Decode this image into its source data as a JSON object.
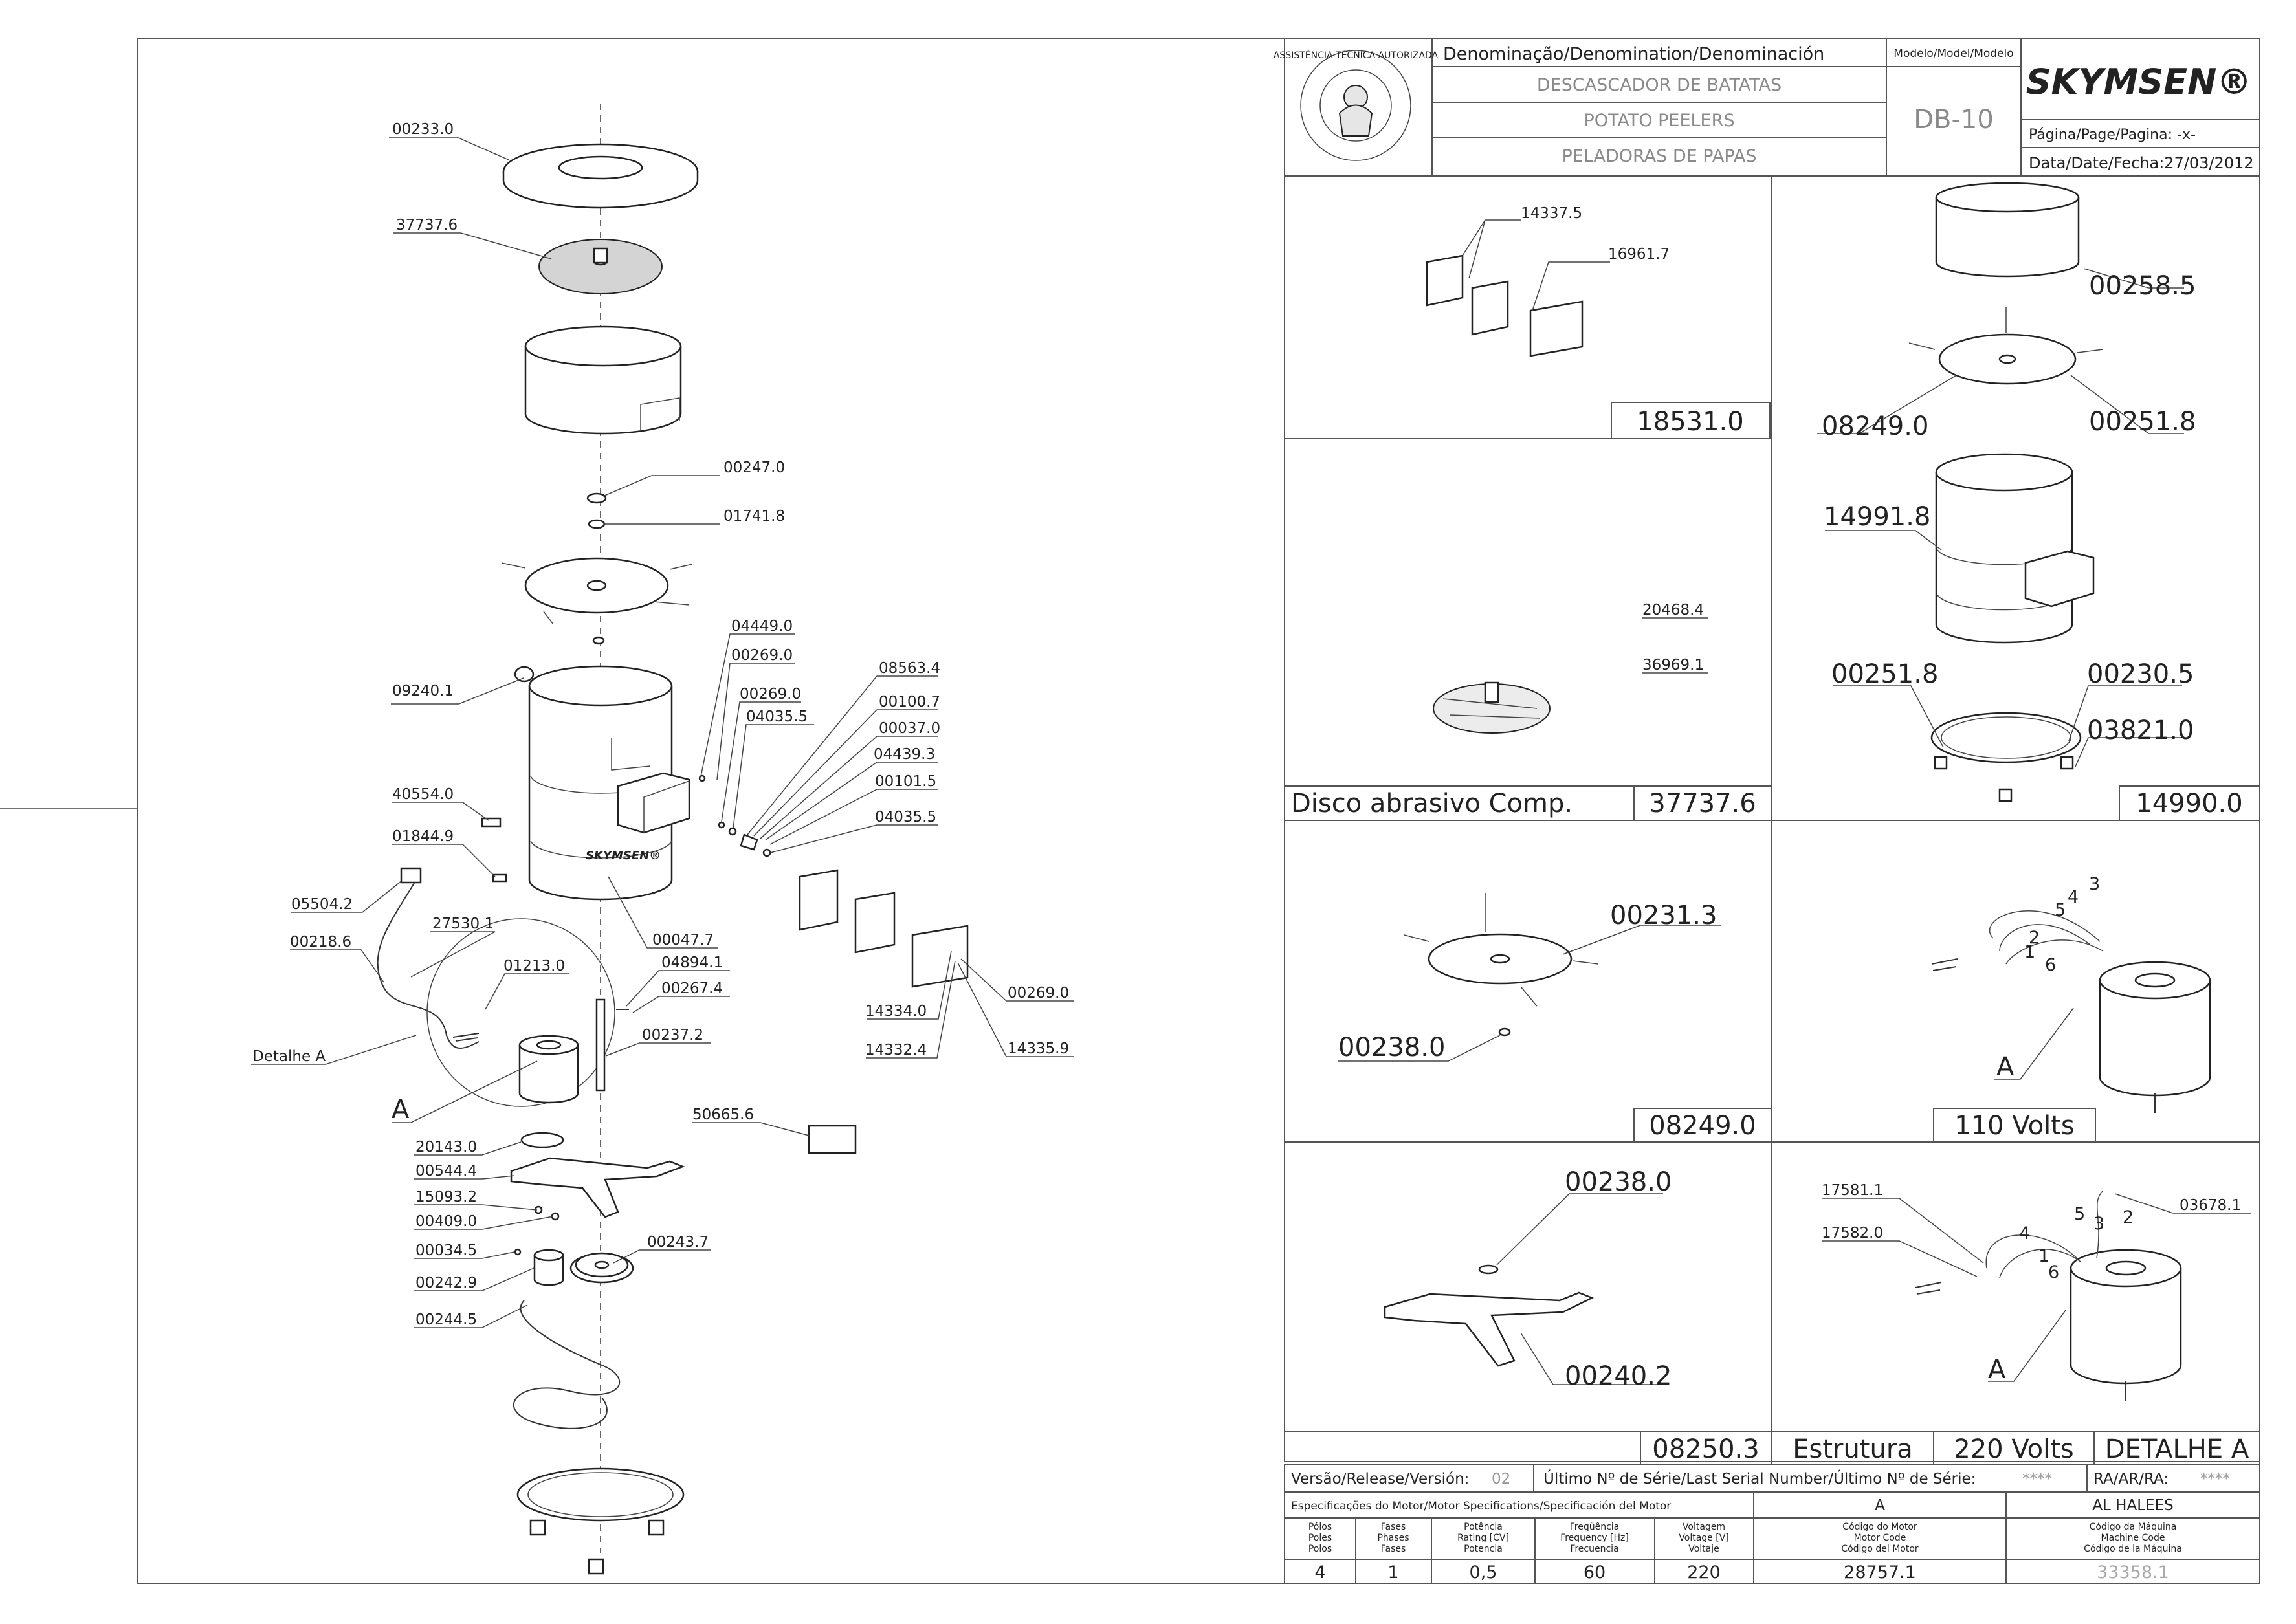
{
  "header": {
    "denomination_label": "Denominação/Denomination/Denominación",
    "product_names": [
      "DESCASCADOR DE BATATAS",
      "POTATO PEELERS",
      "PELADORAS DE PAPAS"
    ],
    "model_label": "Modelo/Model/Modelo",
    "model_value": "DB-10",
    "brand": "SKYMSEN®",
    "page_label": "Página/Page/Pagina: -x-",
    "date_label": "Data/Date/Fecha:27/03/2012",
    "seal_text": "ASSISTÊNCIA TÉCNICA AUTORIZADA"
  },
  "main_labels": {
    "cover": "00233.0",
    "abrasive_disc": "37737.6",
    "nut_top": "00247.0",
    "washer_top": "01741.8",
    "knob": "09240.1",
    "screw_a": "04449.0",
    "bolt_a": "00269.0",
    "bolt_b": "00269.0",
    "washer_b": "04035.5",
    "latch": "08563.4",
    "part_100": "00100.7",
    "part_037": "00037.0",
    "part_439": "04439.3",
    "part_101": "00101.5",
    "washer_c": "04035.5",
    "label_plate": "40554.0",
    "rivet": "01844.9",
    "switch": "05504.2",
    "cable": "27530.1",
    "cord": "00218.6",
    "motor_bracket": "01213.0",
    "bottom_nut": "00047.7",
    "pin": "04894.1",
    "pin_b": "00267.4",
    "shaft": "00237.2",
    "detail": "Detalhe A",
    "detail_letter": "A",
    "sticker": "50665.6",
    "ring": "20143.0",
    "plate": "00544.4",
    "bolt_c": "15093.2",
    "nut_c": "00409.0",
    "screw_d": "00034.5",
    "motor_pulley": "00242.9",
    "belt_pulley": "00243.7",
    "belt": "00244.5",
    "liner_a": "14334.0",
    "liner_b": "14332.4",
    "liner_c": "14335.9",
    "bolt_d": "00269.0"
  },
  "panels": {
    "p1": {
      "labels": [
        "14337.5",
        "16961.7"
      ],
      "code": "18531.0"
    },
    "p2": {
      "labels": [
        "00258.5",
        "08249.0",
        "00251.8"
      ]
    },
    "p3": {
      "labels": [
        "20468.4",
        "36969.1"
      ],
      "title": "Disco abrasivo Comp.",
      "code": "37737.6"
    },
    "p4": {
      "labels": [
        "14991.8",
        "00251.8",
        "00230.5",
        "03821.0"
      ],
      "code": "14990.0"
    },
    "p5": {
      "labels": [
        "00231.3",
        "00238.0"
      ],
      "code": "08249.0"
    },
    "p6": {
      "wires": [
        "3",
        "4",
        "5",
        "2",
        "1",
        "6"
      ],
      "letter": "A",
      "voltage": "110 Volts"
    },
    "p7": {
      "labels": [
        "00238.0",
        "00240.2"
      ]
    },
    "p8": {
      "labels": [
        "17581.1",
        "17582.0",
        "03678.1"
      ],
      "wires": [
        "4",
        "5",
        "3",
        "2",
        "1",
        "6"
      ],
      "letter": "A"
    }
  },
  "footer_row": {
    "code": "08250.3",
    "structure": "Estrutura",
    "voltage": "220 Volts",
    "detail": "DETALHE A"
  },
  "footer": {
    "version_label": "Versão/Release/Versión:",
    "version_value": "02",
    "serial_label": "Último Nº de Série/Last Serial Number/Último Nº de Série:",
    "serial_value": "****",
    "ra_label": "RA/AR/RA:",
    "ra_value": "****",
    "motor_spec_label": "Especificações do Motor/Motor Specifications/Specificación del Motor",
    "motor_letter": "A",
    "machine": "AL HALEES",
    "spec_headers": [
      [
        "Pólos",
        "Poles",
        "Polos"
      ],
      [
        "Fases",
        "Phases",
        "Fases"
      ],
      [
        "Potência",
        "Rating [CV]",
        "Potencia"
      ],
      [
        "Freqüência",
        "Frequency [Hz]",
        "Frecuencia"
      ],
      [
        "Voltagem",
        "Voltage [V]",
        "Voltaje"
      ],
      [
        "Código do Motor",
        "Motor Code",
        "Código del Motor"
      ],
      [
        "Código da Máquina",
        "Machine Code",
        "Código de la Máquina"
      ]
    ],
    "spec_values": [
      "4",
      "1",
      "0,5",
      "60",
      "220",
      "28757.1",
      "33358.1"
    ]
  }
}
